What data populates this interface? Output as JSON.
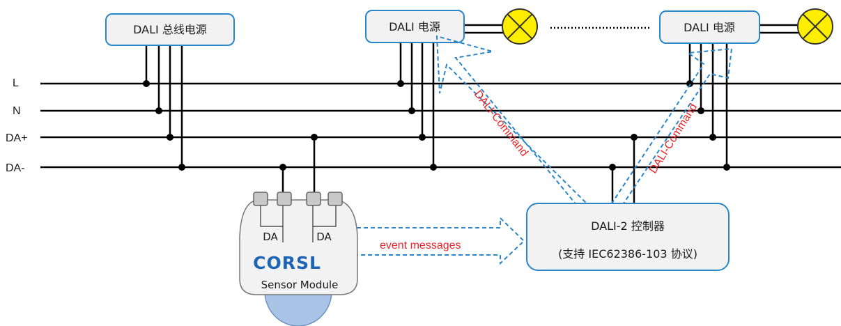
{
  "diagram": {
    "power_supply_bus": "DALI 总线电源",
    "power_supply_1": "DALI 电源",
    "power_supply_2": "DALI 电源",
    "lines": {
      "L": "L",
      "N": "N",
      "DAP": "DA+",
      "DAN": "DA-"
    },
    "controller_title": "DALI-2 控制器",
    "controller_subtitle": "(支持 IEC62386-103  协议)",
    "command_label_1": "DALI-Command",
    "command_label_2": "DALI-Command",
    "event_label": "event messages",
    "sensor_pin_1": "DA",
    "sensor_pin_2": "DA",
    "sensor_logo": "CORSL",
    "sensor_name": "Sensor Module"
  },
  "colors": {
    "box_border": "#2a86c8",
    "lamp_fill": "#ffee00",
    "arrow": "#2a86c8",
    "red_text": "#e8262a",
    "logo": "#1e64b4",
    "sensor_lens": "#a9c4e6"
  }
}
